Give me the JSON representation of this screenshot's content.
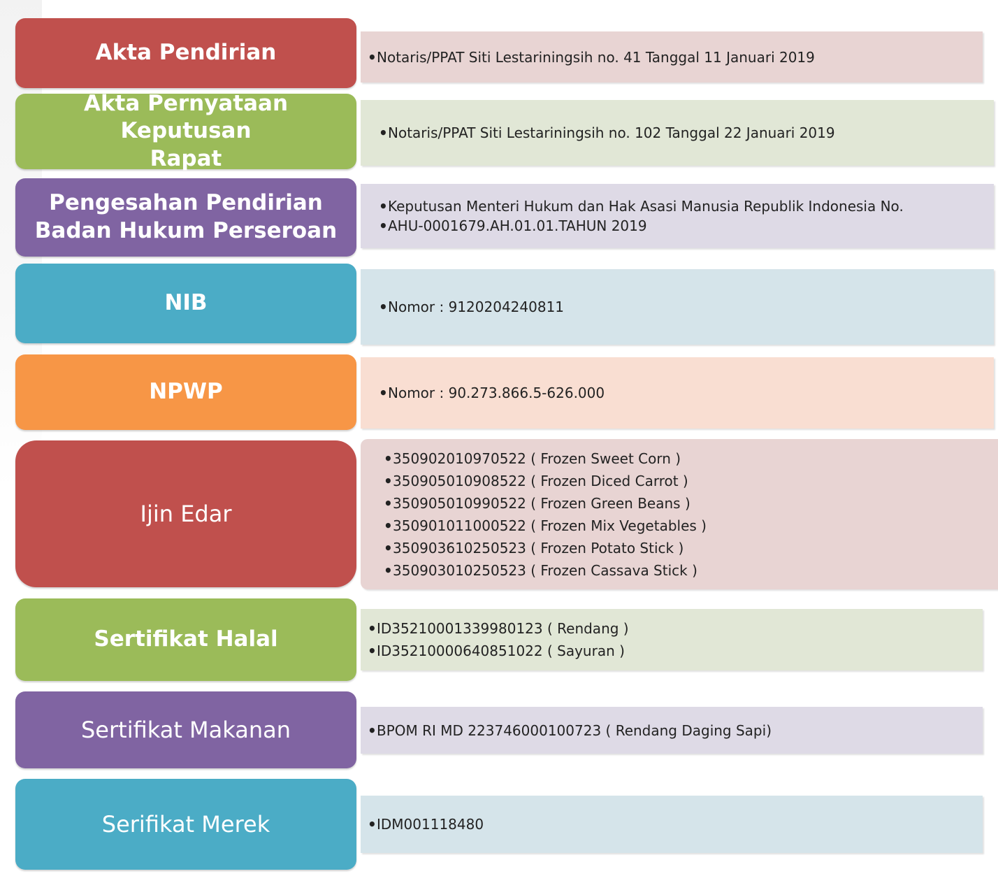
{
  "colors": {
    "red": "#C0504D",
    "green": "#9BBB59",
    "purple": "#8064A2",
    "blue": "#4BACC6",
    "orange": "#F79646",
    "red_light": "#E8D4D3",
    "green_light": "#E1E7D6",
    "purple_light": "#DEDAE6",
    "blue_light": "#D5E4EA",
    "orange_light": "#F9DED2"
  },
  "rows": [
    {
      "label_lines": [
        "Akta Pendirian"
      ],
      "items": [
        "Notaris/PPAT Siti Lestariningsih no. 41  Tanggal 11 Januari 2019"
      ]
    },
    {
      "label_lines": [
        "Akta Pernyataan Keputusan",
        "Rapat"
      ],
      "items": [
        "Notaris/PPAT Siti Lestariningsih no. 102   Tanggal 22 Januari 2019"
      ]
    },
    {
      "label_lines": [
        "Pengesahan Pendirian",
        "Badan Hukum Perseroan"
      ],
      "items": [
        "Keputusan Menteri Hukum dan Hak Asasi  Manusia Republik Indonesia  No.",
        "AHU-0001679.AH.01.01.TAHUN 2019"
      ]
    },
    {
      "label_lines": [
        "NIB"
      ],
      "items": [
        "Nomor  :  9120204240811"
      ]
    },
    {
      "label_lines": [
        "NPWP"
      ],
      "items": [
        "Nomor  :  90.273.866.5-626.000"
      ]
    },
    {
      "label_lines": [
        "Ijin Edar"
      ],
      "items": [
        "350902010970522 ( Frozen Sweet Corn )",
        "350905010908522 ( Frozen Diced Carrot )",
        "350905010990522 ( Frozen Green Beans )",
        "350901011000522 ( Frozen Mix Vegetables )",
        "350903610250523 ( Frozen Potato Stick )",
        "350903010250523 ( Frozen Cassava Stick )"
      ]
    },
    {
      "label_lines": [
        "Sertifikat Halal"
      ],
      "items": [
        "ID35210001339980123 ( Rendang )",
        "ID35210000640851022 ( Sayuran )"
      ]
    },
    {
      "label_lines": [
        "Sertifikat Makanan"
      ],
      "items": [
        "BPOM RI MD 223746000100723 ( Rendang Daging Sapi)"
      ]
    },
    {
      "label_lines": [
        "Serifikat Merek"
      ],
      "items": [
        "IDM001118480"
      ]
    }
  ]
}
